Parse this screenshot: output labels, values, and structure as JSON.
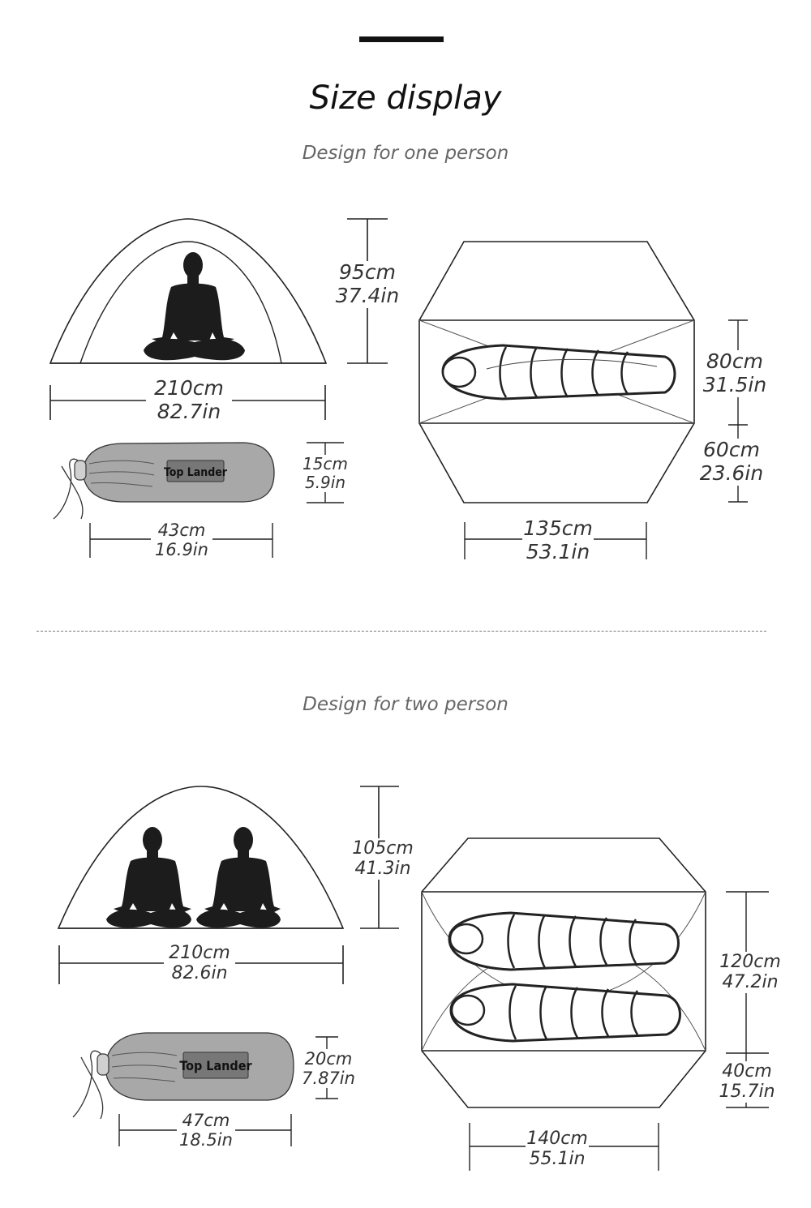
{
  "header": {
    "title": "Size display"
  },
  "sections": [
    {
      "subtitle": "Design for one person",
      "tent_width": {
        "cm": "210cm",
        "in": "82.7in"
      },
      "tent_height": {
        "cm": "95cm",
        "in": "37.4in"
      },
      "bag_length": {
        "cm": "43cm",
        "in": "16.9in"
      },
      "bag_diameter": {
        "cm": "15cm",
        "in": "5.9in"
      },
      "floor_width": {
        "cm": "80cm",
        "in": "31.5in"
      },
      "vestibule_depth": {
        "cm": "60cm",
        "in": "23.6in"
      },
      "floor_length": {
        "cm": "135cm",
        "in": "53.1in"
      },
      "brand": "Top Lander"
    },
    {
      "subtitle": "Design for two person",
      "tent_width": {
        "cm": "210cm",
        "in": "82.6in"
      },
      "tent_height": {
        "cm": "105cm",
        "in": "41.3in"
      },
      "bag_length": {
        "cm": "47cm",
        "in": "18.5in"
      },
      "bag_diameter": {
        "cm": "20cm",
        "in": "7.87in"
      },
      "floor_width": {
        "cm": "120cm",
        "in": "47.2in"
      },
      "vestibule_depth": {
        "cm": "40cm",
        "in": "15.7in"
      },
      "floor_length": {
        "cm": "140cm",
        "in": "55.1in"
      },
      "brand": "Top Lander"
    }
  ],
  "icons": [
    "person-silhouette-icon",
    "sleeping-bag-icon",
    "stuff-sack-icon"
  ]
}
